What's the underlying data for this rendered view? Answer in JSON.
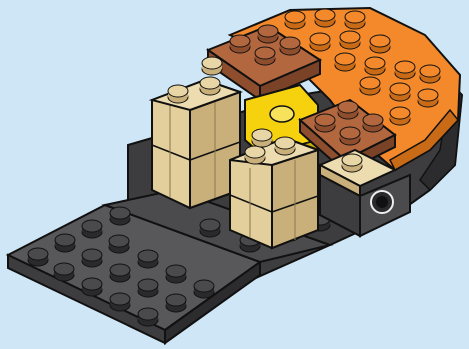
{
  "scene": {
    "kind": "lego-build-instruction-step",
    "background_color": "#cfe6f7",
    "colors": {
      "outline": "#1b1b1b",
      "dark_gray": "#3d3d3f",
      "dark_gray_top": "#58585b",
      "tan": "#e3cf9c",
      "tan_shade": "#c9b07a",
      "brown": "#b3673f",
      "brown_shade": "#8e4e2e",
      "orange": "#f3892a",
      "orange_shade": "#c96a17",
      "yellow": "#f6d20e",
      "yellow_shade": "#c8a90a"
    },
    "parts": [
      "dark-gray-base-plate",
      "dark-gray-hull",
      "tan-brick-stack-left",
      "tan-brick-stack-front",
      "brown-slope-plate",
      "orange-curved-roof",
      "yellow-round-brick",
      "dark-gray-technic-brick-with-hole",
      "tan-plate"
    ]
  }
}
